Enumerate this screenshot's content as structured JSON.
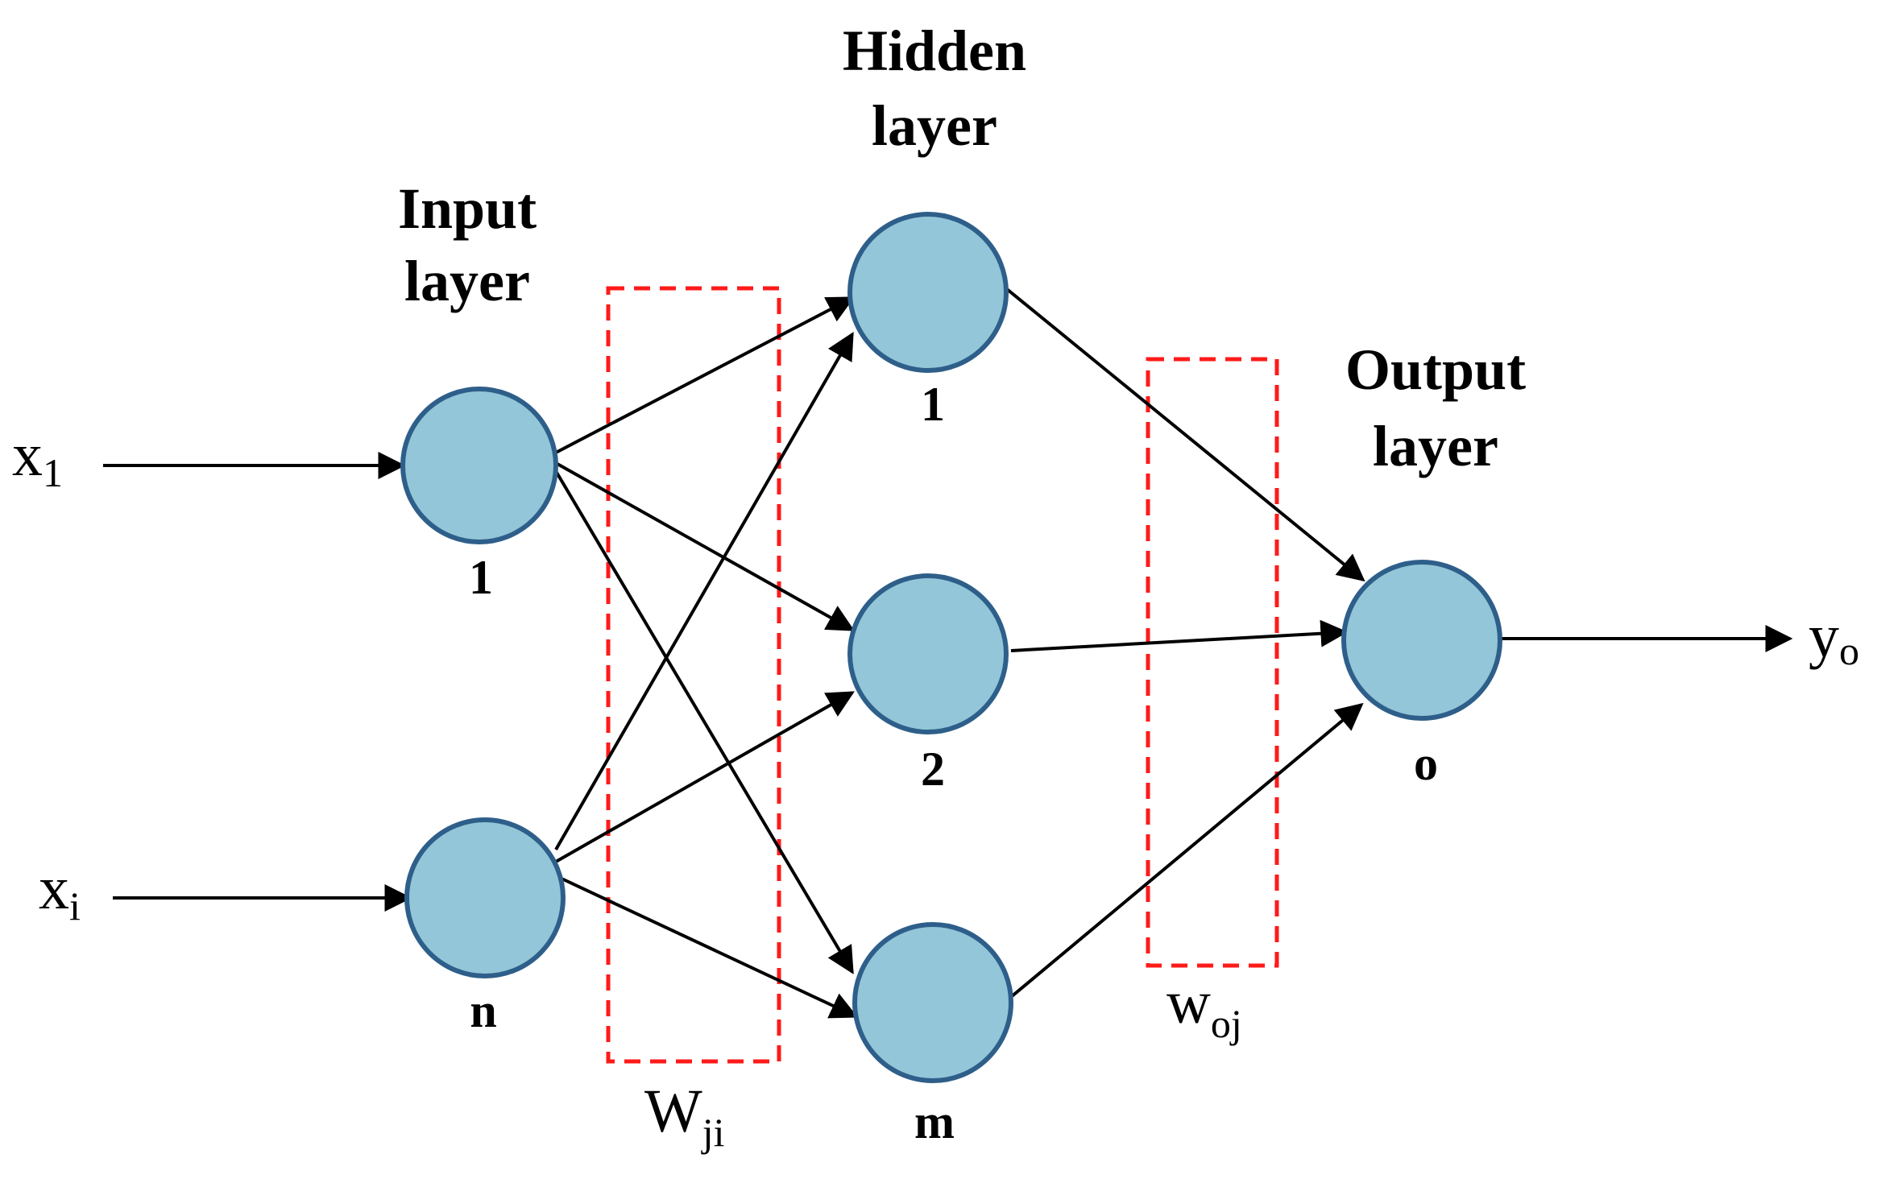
{
  "colors": {
    "node_fill": "#93c6d8",
    "node_stroke": "#2e5f8a",
    "edge": "#000000",
    "weight_box": "#ff1a1a",
    "background": "#ffffff"
  },
  "layers": {
    "input": {
      "title_line1": "Input",
      "title_line2": "layer"
    },
    "hidden": {
      "title_line1": "Hidden",
      "title_line2": "layer"
    },
    "output": {
      "title_line1": "Output",
      "title_line2": "layer"
    }
  },
  "nodes": {
    "input_1": "1",
    "input_n": "n",
    "hidden_1": "1",
    "hidden_2": "2",
    "hidden_m": "m",
    "output_o": "o"
  },
  "inputs": {
    "x1": {
      "base": "x",
      "sub": "1"
    },
    "xi": {
      "base": "x",
      "sub": "i"
    }
  },
  "output": {
    "base": "y",
    "sub": "o"
  },
  "weights": {
    "wji": {
      "base": "W",
      "sub": "ji"
    },
    "woj": {
      "base": "w",
      "sub": "oj"
    }
  }
}
